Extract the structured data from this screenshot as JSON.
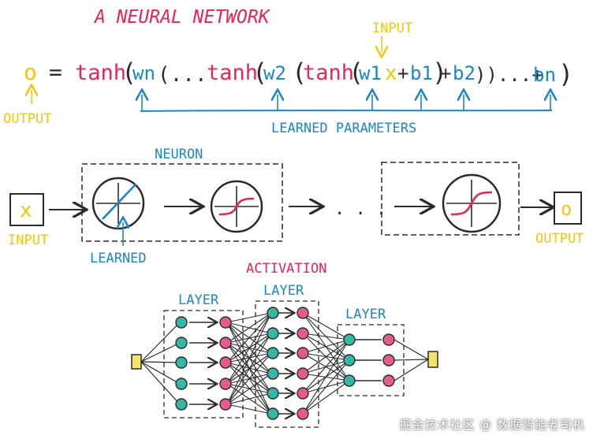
{
  "title": "A NEURAL NETWORK",
  "colors": {
    "red": "#e8245a",
    "blue": "#1b86c9",
    "yellow": "#f1c80f",
    "ink": "#2b2b2b",
    "teal": "#36b7a6",
    "pink": "#e45b8f"
  },
  "equation": {
    "output_symbol": "o",
    "equals": "=",
    "tanh": "tanh",
    "w_n": "wn",
    "ellipsis": "(...",
    "w_2": "w2",
    "w_1": "w1",
    "x": "x",
    "b_1": "b1",
    "b_2": "b2",
    "trailing": "))...+",
    "b_n": "bn",
    "plus": "+",
    "close": ")",
    "input_label": "INPUT",
    "output_label": "OUTPUT",
    "learned_params_label": "LEARNED PARAMETERS"
  },
  "chain": {
    "neuron_label": "NEURON",
    "input_symbol": "x",
    "input_label": "INPUT",
    "learned_label": "LEARNED",
    "ellipsis": ". . .",
    "output_symbol": "o",
    "output_label": "OUTPUT"
  },
  "network": {
    "activation_label": "ACTIVATION",
    "layer_labels": [
      "LAYER",
      "LAYER",
      "LAYER"
    ]
  },
  "watermark": "掘金技术社区 @ 数据智能老司机"
}
